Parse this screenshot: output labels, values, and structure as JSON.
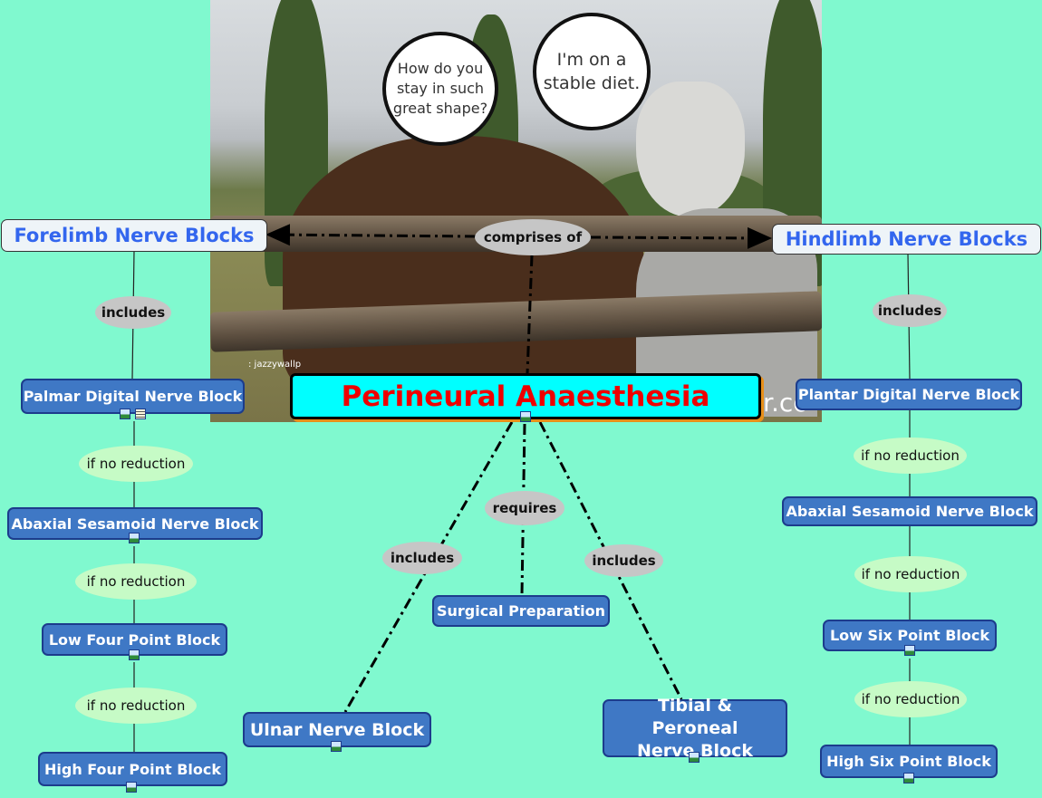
{
  "colors": {
    "background": "#80f9cf",
    "node_fill": "#3f78c5",
    "title_fill": "#00ffff",
    "title_text": "#ee0000",
    "limb_text": "#3366ee"
  },
  "photo": {
    "bubble_left": "How do you stay in such great shape?",
    "bubble_right": "I'm on a stable diet.",
    "credit": ": jazzywallp",
    "watermark": "r.co"
  },
  "title": "Perineural Anaesthesia",
  "links": {
    "comprises": "comprises of",
    "requires": "requires",
    "includes": "includes",
    "if_no_reduction": "if no reduction"
  },
  "forelimb": {
    "label": "Forelimb Nerve Blocks",
    "nodes": [
      "Palmar Digital Nerve Block",
      "Abaxial Sesamoid Nerve Block",
      "Low Four Point Block",
      "High Four Point Block"
    ]
  },
  "hindlimb": {
    "label": "Hindlimb Nerve Blocks",
    "nodes": [
      "Plantar Digital Nerve Block",
      "Abaxial Sesamoid Nerve Block",
      "Low Six Point Block",
      "High Six Point Block"
    ]
  },
  "center": {
    "surgical": "Surgical Preparation",
    "ulnar": "Ulnar Nerve Block",
    "tibial": "Tibial & Peroneal Nerve Block"
  },
  "icons": [
    "image-resource-icon",
    "document-resource-icon",
    "arrowhead-icon"
  ]
}
